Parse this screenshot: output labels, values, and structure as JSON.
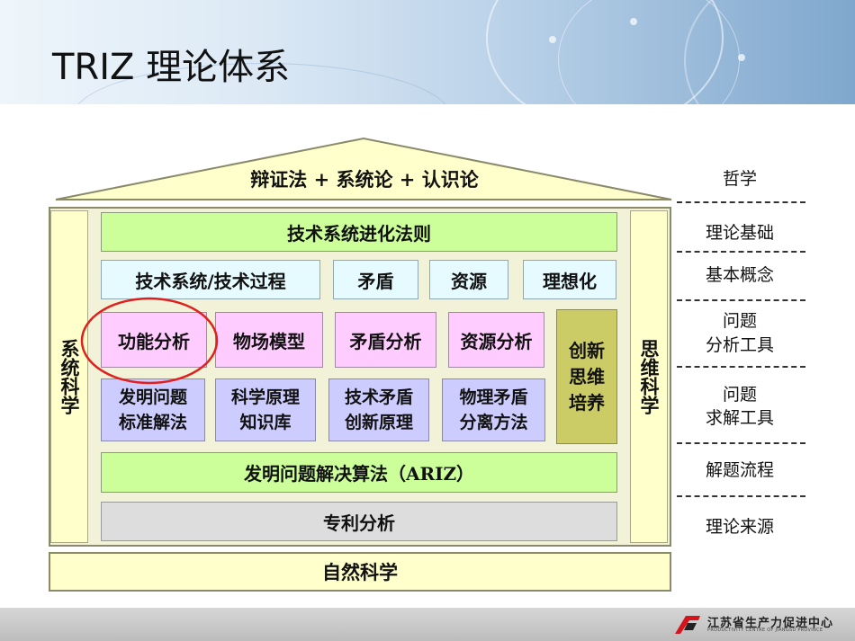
{
  "title": "TRIZ 理论体系",
  "roof": "辩证法 + 系统论 + 认识论",
  "left_pillar": "系统科学",
  "right_pillar": "思维科学",
  "row_evolution": "技术系统进化法则",
  "row_concepts": [
    "技术系统/技术过程",
    "矛盾",
    "资源",
    "理想化"
  ],
  "row_analysis": [
    "功能分析",
    "物场模型",
    "矛盾分析",
    "资源分析"
  ],
  "row_solving": [
    {
      "l1": "发明问题",
      "l2": "标准解法"
    },
    {
      "l1": "科学原理",
      "l2": "知识库"
    },
    {
      "l1": "技术矛盾",
      "l2": "创新原理"
    },
    {
      "l1": "物理矛盾",
      "l2": "分离方法"
    }
  ],
  "thinking_box": {
    "l1": "创新",
    "l2": "思维",
    "l3": "培养"
  },
  "ariz": "发明问题解决算法（ARIZ）",
  "patent": "专利分析",
  "foundation": "自然科学",
  "right_labels": {
    "philosophy": "哲学",
    "theory_basis": "理论基础",
    "basic_concepts": "基本概念",
    "analysis_tools": {
      "l1": "问题",
      "l2": "分析工具"
    },
    "solving_tools": {
      "l1": "问题",
      "l2": "求解工具"
    },
    "process": "解题流程",
    "source": "理论来源"
  },
  "logo": {
    "name": "江苏省生产力促进中心",
    "sub": "PRODUCTIVITY CENTRE OF JIANGSU PROVINCE"
  },
  "colors": {
    "green": "#ccff99",
    "cyan": "#e6fbff",
    "pink": "#ffccff",
    "lavender": "#ccccff",
    "olive": "#cccc66",
    "highlight": "#e0201e"
  }
}
